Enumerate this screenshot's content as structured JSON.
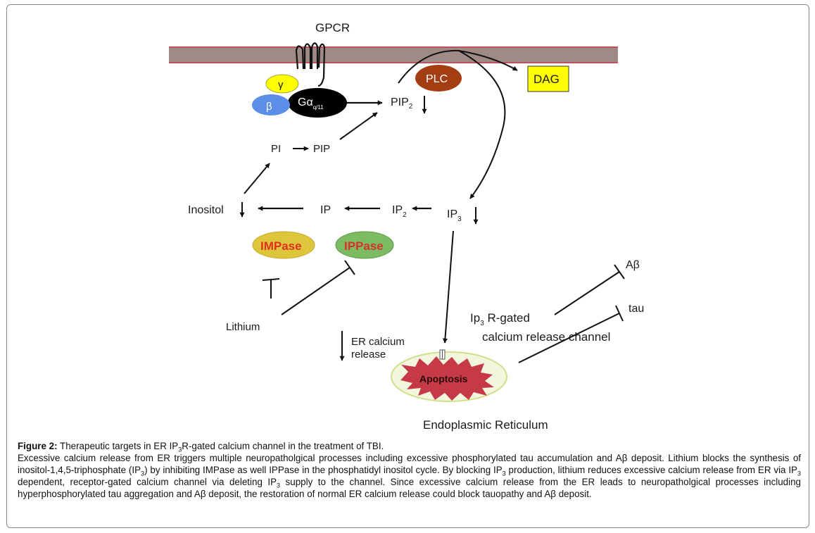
{
  "diagram": {
    "gpcr": "GPCR",
    "plc": "PLC",
    "dag": "DAG",
    "gamma": "γ",
    "beta": "β",
    "galpha": "Gα",
    "galpha_sub": "q/11",
    "pip2": "PIP",
    "pip2_sub": "2",
    "pi": "PI",
    "pip": "PIP",
    "inositol": "Inositol",
    "ip": "IP",
    "ip2": "IP",
    "ip2_sub": "2",
    "ip3": "IP",
    "ip3_sub": "3",
    "impase": "IMPase",
    "ippase": "IPPase",
    "lithium": "Lithium",
    "er_calcium_1": "ER calcium",
    "er_calcium_2": "release",
    "channel_1_a": "Ip",
    "channel_1_sub": "3",
    "channel_1_b": " R-gated",
    "channel_2": "calcium release channel",
    "abeta": "Aβ",
    "tau": "tau",
    "apoptosis": "Apoptosis",
    "er": "Endoplasmic Reticulum"
  },
  "caption": {
    "figure_label": "Figure 2:",
    "title_a": " Therapeutic targets in ER IP",
    "title_sub": "3",
    "title_b": "R-gated calcium channel in the treatment of TBI.",
    "body_1": "Excessive calcium release from ER triggers multiple neuropatholgical processes including excessive phosphorylated tau accumulation and Aβ deposit. Lithium blocks the synthesis of inositol-1,4,5-triphosphate (IP",
    "sub_1": "3",
    "body_2": ") by inhibiting IMPase as well IPPase in the phosphatidyl inositol cycle. By blocking IP",
    "sub_2": "3",
    "body_3": " production, lithium reduces excessive calcium release from ER via IP",
    "sub_3": "3",
    "body_4": " dependent, receptor-gated calcium channel via deleting IP",
    "sub_4": "3",
    "body_5": " supply to the channel. Since excessive calcium release from the ER leads to neuropatholgical processes including hyperphosphorylated tau aggregation and Aβ deposit, the restoration of normal ER calcium release could block tauopathy and Aβ deposit."
  },
  "colors": {
    "membrane": "#a08a86",
    "membrane_edge": "#c0505a",
    "plc": "#a23e12",
    "dag": "#ffff00",
    "gamma": "#ffff00",
    "beta": "#5b8ee6",
    "galpha": "#000000",
    "impase_fill": "#ddc63c",
    "impase_text": "#e0301e",
    "ippase_fill": "#7cbb62",
    "ippase_text": "#d8312a",
    "apoptosis_blob": "#c53a46",
    "er_fill": "#f2f6dc",
    "er_edge": "#cfe08a"
  }
}
